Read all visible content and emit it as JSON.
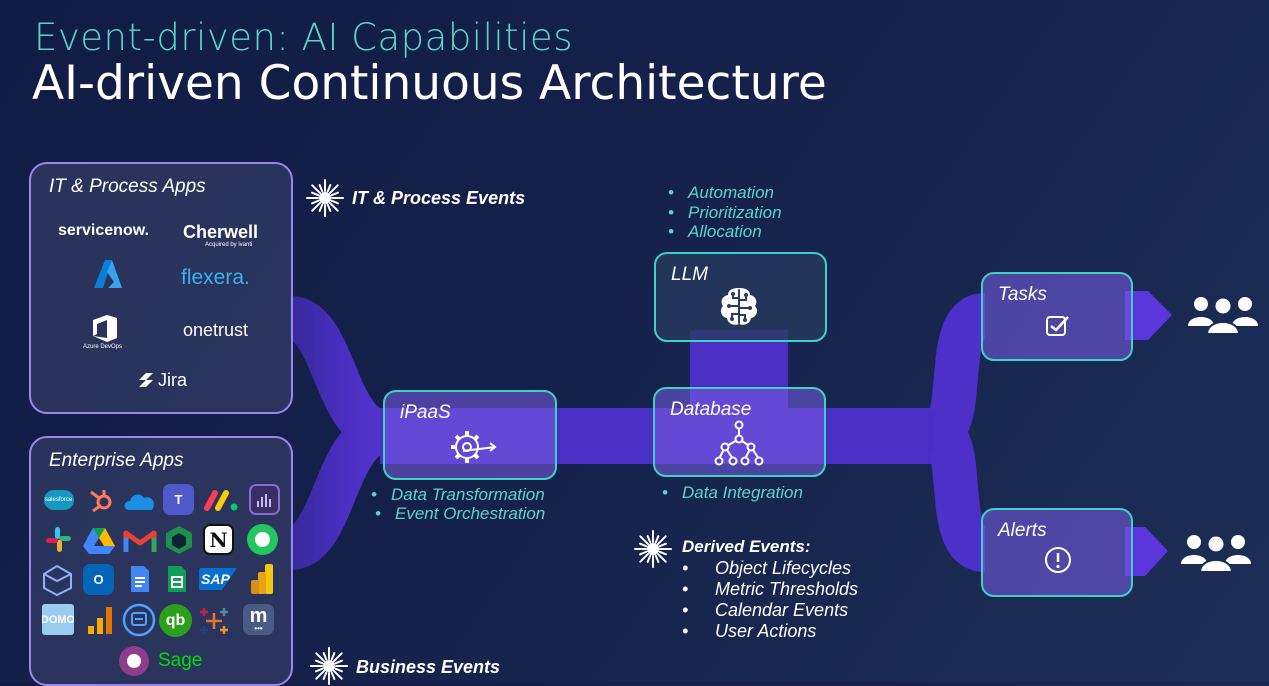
{
  "header": {
    "subtitle": "Event-driven: AI Capabilities",
    "title": "AI-driven Continuous Architecture"
  },
  "it_apps": {
    "title": "IT & Process Apps",
    "logos": {
      "servicenow": "servicenow.",
      "cherwell": "Cherwell",
      "cherwell_sub": "Acquired by ivanti",
      "flexera": "flexera.",
      "azure_devops": "Azure DevOps",
      "onetrust": "onetrust",
      "jira": "Jira"
    }
  },
  "enterprise_apps": {
    "title": "Enterprise Apps",
    "logos": {
      "salesforce": "salesforce",
      "notion": "N",
      "sap": "SAP",
      "domo": "DOMO",
      "quickbooks": "qb",
      "monday_m": "m",
      "sage": "Sage"
    }
  },
  "events": {
    "it_process": "IT & Process Events",
    "business": "Business Events"
  },
  "llm": {
    "label": "LLM",
    "bullets": [
      "Automation",
      "Prioritization",
      "Allocation"
    ]
  },
  "ipaas": {
    "label": "iPaaS",
    "bullets": [
      "Data Transformation",
      "Event Orchestration"
    ]
  },
  "database": {
    "label": "Database",
    "bullets": [
      "Data Integration"
    ]
  },
  "derived": {
    "heading": "Derived Events:",
    "items": [
      "Object Lifecycles",
      "Metric Thresholds",
      "Calendar Events",
      "User Actions"
    ]
  },
  "outputs": {
    "tasks": "Tasks",
    "alerts": "Alerts"
  },
  "colors": {
    "background": "#15214a",
    "accent_teal": "#59d6c9",
    "flow_purple": "#4a2fc4",
    "panel_border": "#9b86ee",
    "box_border": "#3ed1c4"
  }
}
